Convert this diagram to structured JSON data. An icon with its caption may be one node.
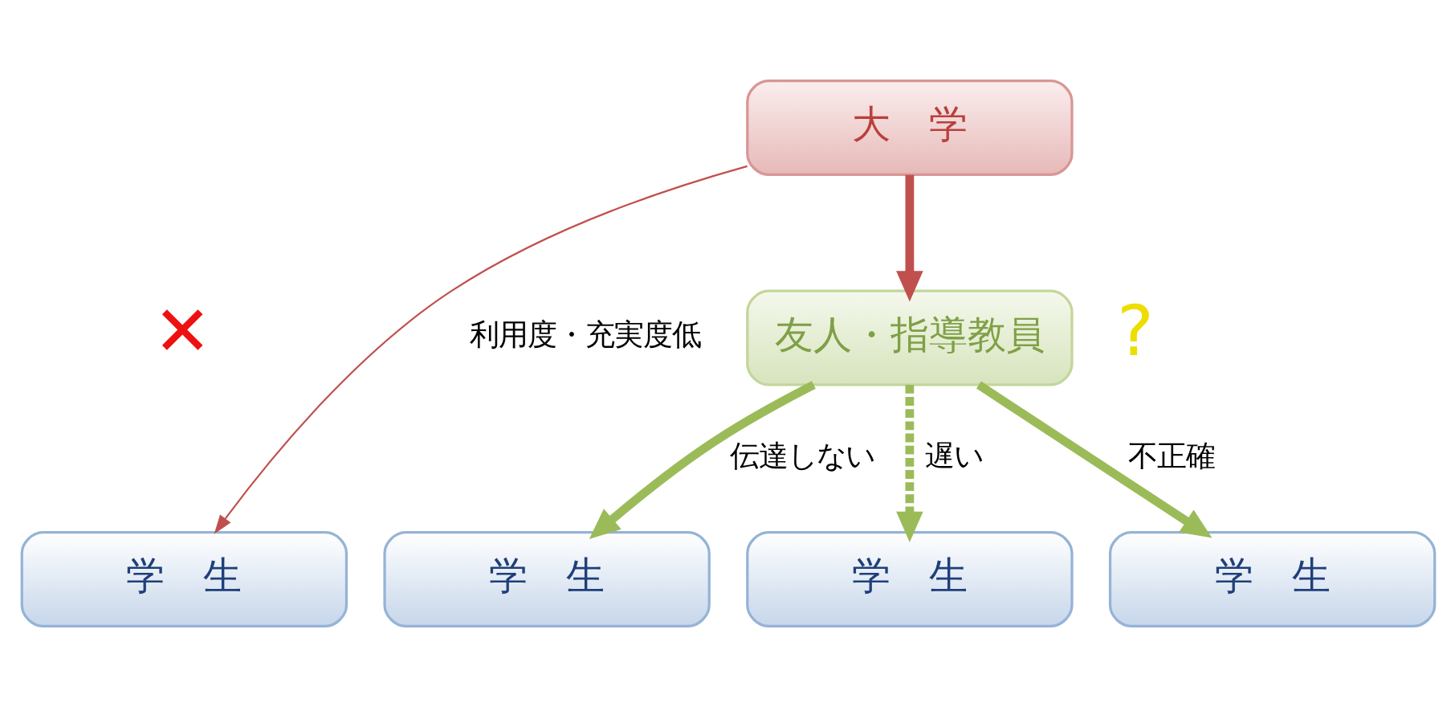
{
  "diagram": {
    "nodes": [
      {
        "text": [
          "大　学"
        ]
      },
      {
        "text": [
          "友人・指導教員"
        ]
      },
      {
        "text": [
          "学　生"
        ]
      },
      {
        "text": [
          "学　生"
        ]
      },
      {
        "text": [
          "学　生"
        ]
      },
      {
        "text": [
          "学　生"
        ]
      }
    ],
    "edges": [
      {
        "from": 0,
        "to": 2,
        "arrow": "to",
        "label": "利用度・充実度低",
        "color": "#c0504d"
      },
      {
        "from": 0,
        "to": 1,
        "arrow": "to",
        "color": "#c0504d"
      },
      {
        "from": 1,
        "to": 3,
        "arrow": "to",
        "label": "伝達しない"
      },
      {
        "from": 1,
        "to": 4,
        "arrow": "to",
        "label": "遅い",
        "style": "dashed"
      },
      {
        "from": 1,
        "to": 5,
        "arrow": "to",
        "label": "不正確"
      }
    ],
    "labels": [
      "✕",
      "?"
    ]
  }
}
